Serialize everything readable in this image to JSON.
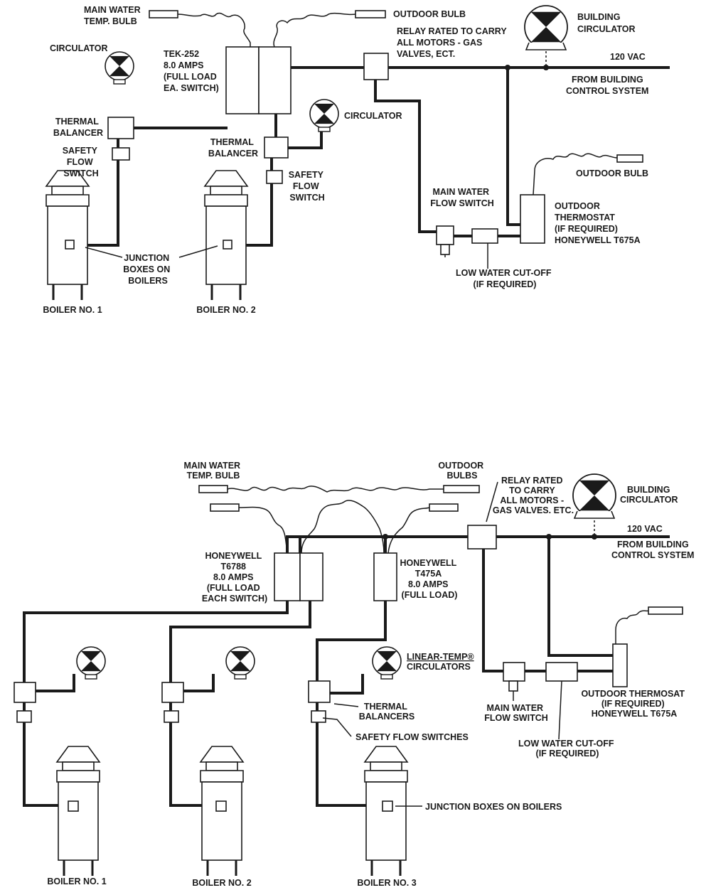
{
  "diagram1": {
    "main_water_temp_bulb": [
      "MAIN WATER",
      "TEMP. BULB"
    ],
    "outdoor_bulb_top": "OUTDOOR BULB",
    "circulator_left": "CIRCULATOR",
    "controller": [
      "TEK-252",
      "8.0 AMPS",
      "(FULL LOAD",
      "EA. SWITCH)"
    ],
    "relay": [
      "RELAY RATED TO CARRY",
      "ALL MOTORS - GAS",
      "VALVES, ECT."
    ],
    "building_circulator": [
      "BUILDING",
      "CIRCULATOR"
    ],
    "vac": "120 VAC",
    "from_building": [
      "FROM BUILDING",
      "CONTROL SYSTEM"
    ],
    "thermal_balancer_left": [
      "THERMAL",
      "BALANCER"
    ],
    "thermal_balancer_mid": [
      "THERMAL",
      "BALANCER"
    ],
    "circulator_mid": "CIRCULATOR",
    "safety_flow_left": [
      "SAFETY",
      "FLOW",
      "SWITCH"
    ],
    "safety_flow_mid": [
      "SAFETY",
      "FLOW",
      "SWITCH"
    ],
    "outdoor_bulb_right": "OUTDOOR BULB",
    "main_water_flow_switch": [
      "MAIN WATER",
      "FLOW SWITCH"
    ],
    "outdoor_thermostat": [
      "OUTDOOR",
      "THERMOSTAT",
      "(IF REQUIRED)",
      "HONEYWELL T675A"
    ],
    "junction_boxes": [
      "JUNCTION",
      "BOXES ON",
      "BOILERS"
    ],
    "low_water_cutoff": [
      "LOW WATER CUT-OFF",
      "(IF REQUIRED)"
    ],
    "boiler_1": "BOILER NO. 1",
    "boiler_2": "BOILER NO. 2"
  },
  "diagram2": {
    "main_water_temp_bulb": [
      "MAIN WATER",
      "TEMP. BULB"
    ],
    "outdoor_bulbs": [
      "OUTDOOR",
      "BULBS"
    ],
    "relay": [
      "RELAY RATED",
      "TO CARRY",
      "ALL MOTORS -",
      "GAS VALVES. ETC."
    ],
    "building_circulator": [
      "BUILDING",
      "CIRCULATOR"
    ],
    "vac": "120 VAC",
    "from_building": [
      "FROM BUILDING",
      "CONTROL SYSTEM"
    ],
    "honeywell_t6788": [
      "HONEYWELL",
      "T6788",
      "8.0 AMPS",
      "(FULL LOAD",
      "EACH SWITCH)"
    ],
    "honeywell_t475a": [
      "HONEYWELL",
      "T475A",
      "8.0 AMPS",
      "(FULL LOAD)"
    ],
    "linear_temp": "LINEAR-TEMP®",
    "circulators": "CIRCULATORS",
    "thermal_balancers": [
      "THERMAL",
      "BALANCERS"
    ],
    "safety_flow_switches": "SAFETY FLOW SWITCHES",
    "junction_boxes": "JUNCTION BOXES ON BOILERS",
    "main_water_flow_switch": [
      "MAIN WATER",
      "FLOW SWITCH"
    ],
    "low_water_cutoff": [
      "LOW WATER CUT-OFF",
      "(IF REQUIRED)"
    ],
    "outdoor_thermostat": [
      "OUTDOOR THERMOSAT",
      "(IF REQUIRED)",
      "HONEYWELL T675A"
    ],
    "boiler_1": "BOILER NO. 1",
    "boiler_2": "BOILER NO. 2",
    "boiler_3": "BOILER NO. 3"
  }
}
